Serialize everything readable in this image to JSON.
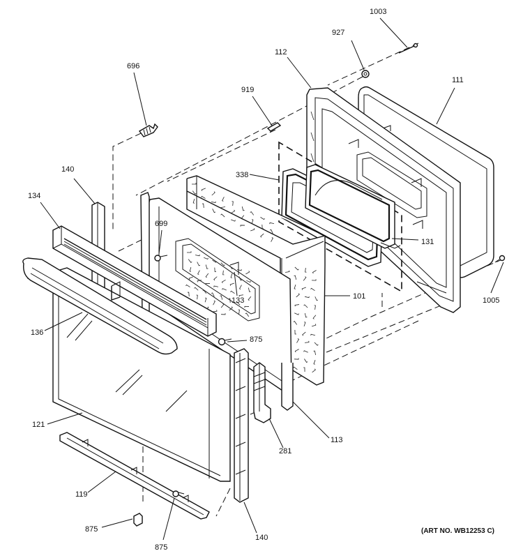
{
  "diagram": {
    "art_number": "(ART NO. WB12253 C)",
    "callouts": [
      {
        "id": "c1003",
        "text": "1003"
      },
      {
        "id": "c927",
        "text": "927"
      },
      {
        "id": "c112",
        "text": "112"
      },
      {
        "id": "c111",
        "text": "111"
      },
      {
        "id": "c696",
        "text": "696"
      },
      {
        "id": "c919",
        "text": "919"
      },
      {
        "id": "c140a",
        "text": "140"
      },
      {
        "id": "c338",
        "text": "338"
      },
      {
        "id": "c134",
        "text": "134"
      },
      {
        "id": "c699",
        "text": "699"
      },
      {
        "id": "c131",
        "text": "131"
      },
      {
        "id": "c1005",
        "text": "1005"
      },
      {
        "id": "c133",
        "text": "133"
      },
      {
        "id": "c101",
        "text": "101"
      },
      {
        "id": "c136",
        "text": "136"
      },
      {
        "id": "c875a",
        "text": "875"
      },
      {
        "id": "c121",
        "text": "121"
      },
      {
        "id": "c113",
        "text": "113"
      },
      {
        "id": "c281",
        "text": "281"
      },
      {
        "id": "c119",
        "text": "119"
      },
      {
        "id": "c875b",
        "text": "875"
      },
      {
        "id": "c875c",
        "text": "875"
      },
      {
        "id": "c140b",
        "text": "140"
      }
    ]
  }
}
